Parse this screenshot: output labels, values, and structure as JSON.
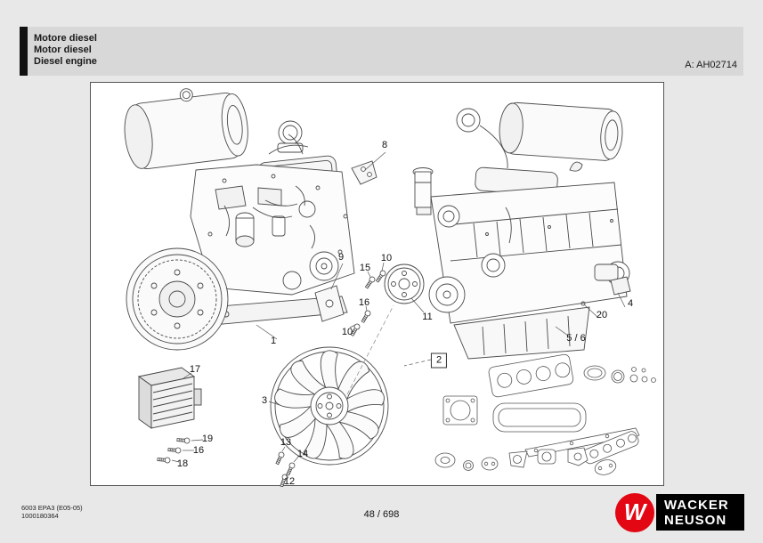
{
  "header": {
    "titles": [
      "Motore diesel",
      "Motor diesel",
      "Diesel engine"
    ],
    "figure_ref": "A: AH02714"
  },
  "diagram": {
    "kit_callout": {
      "label": "2"
    },
    "callouts": [
      {
        "label": "1"
      },
      {
        "label": "3"
      },
      {
        "label": "4"
      },
      {
        "label": "5 / 6"
      },
      {
        "label": "8"
      },
      {
        "label": "9"
      },
      {
        "label": "10"
      },
      {
        "label": "10"
      },
      {
        "label": "11"
      },
      {
        "label": "12"
      },
      {
        "label": "13"
      },
      {
        "label": "14"
      },
      {
        "label": "15"
      },
      {
        "label": "16"
      },
      {
        "label": "16"
      },
      {
        "label": "17"
      },
      {
        "label": "18"
      },
      {
        "label": "19"
      },
      {
        "label": "20"
      }
    ]
  },
  "footer": {
    "doc_code": "6003 EPA3 (E05-05)",
    "doc_id": "1000180364",
    "page": "48 / 698",
    "brand": {
      "emblem_letter": "W",
      "line1": "WACKER",
      "line2": "NEUSON",
      "red": "#e30613"
    }
  }
}
